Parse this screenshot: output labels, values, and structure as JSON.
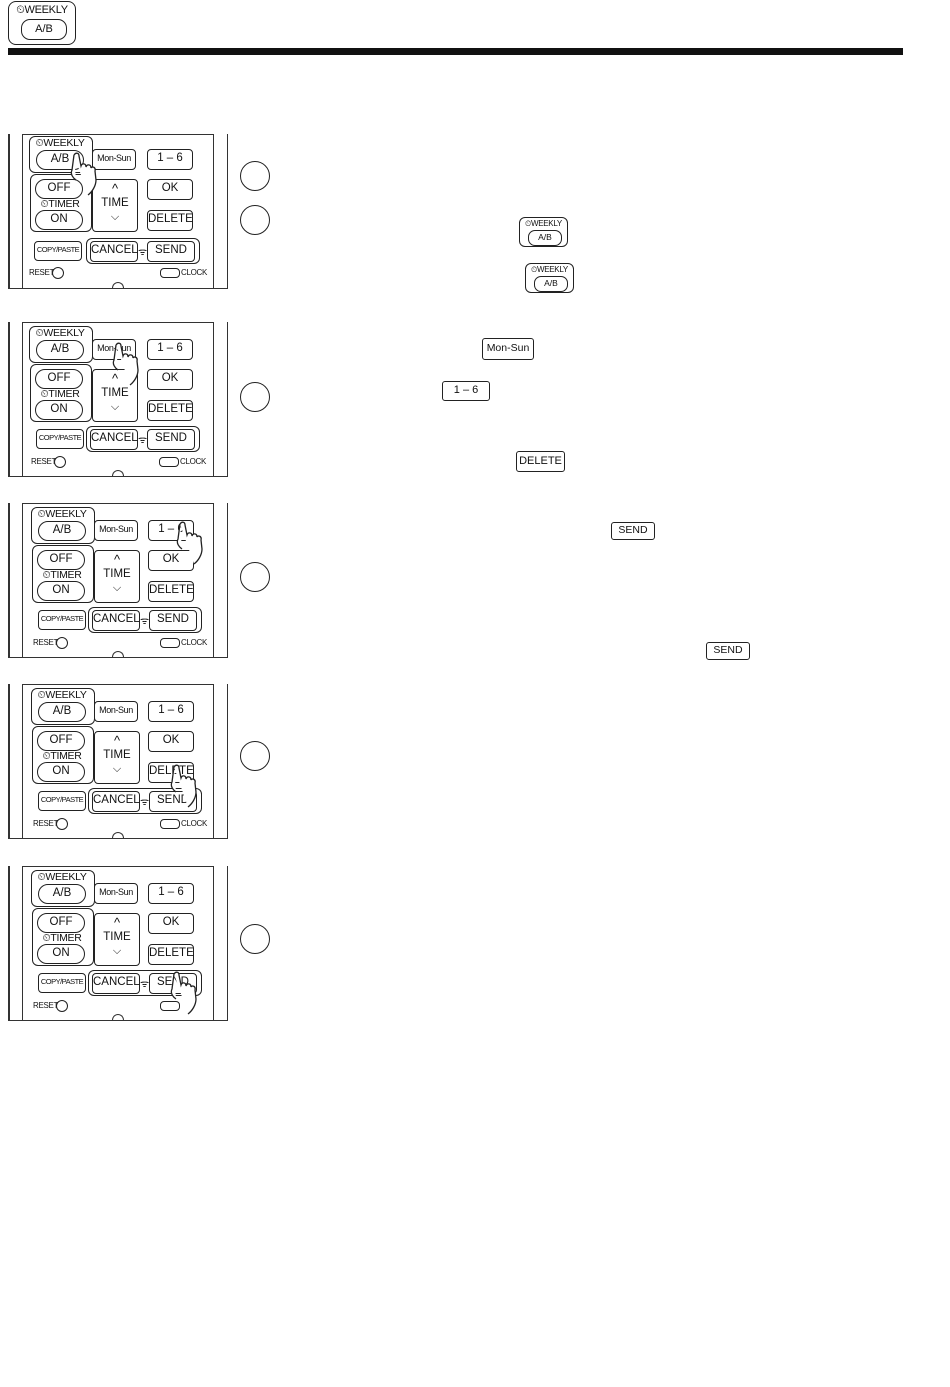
{
  "header": {
    "weekly_label": "⏲WEEKLY",
    "ab_label": "A/B"
  },
  "remote": {
    "weekly": "⏲WEEKLY",
    "ab": "A/B",
    "mon_sun": "Mon-Sun",
    "one_six": "1 – 6",
    "off": "OFF",
    "timer": "⏲TIMER",
    "on": "ON",
    "time": "TIME",
    "ok": "OK",
    "delete": "DELETE",
    "copy_paste": "COPY/PASTE",
    "cancel": "CANCEL",
    "send": "SEND",
    "reset": "RESET",
    "clock": "CLOCK"
  },
  "inline": {
    "weekly": "⏲WEEKLY",
    "ab": "A/B",
    "mon_sun": "Mon-Sun",
    "one_six": "1 – 6",
    "delete": "DELETE",
    "send": "SEND"
  }
}
